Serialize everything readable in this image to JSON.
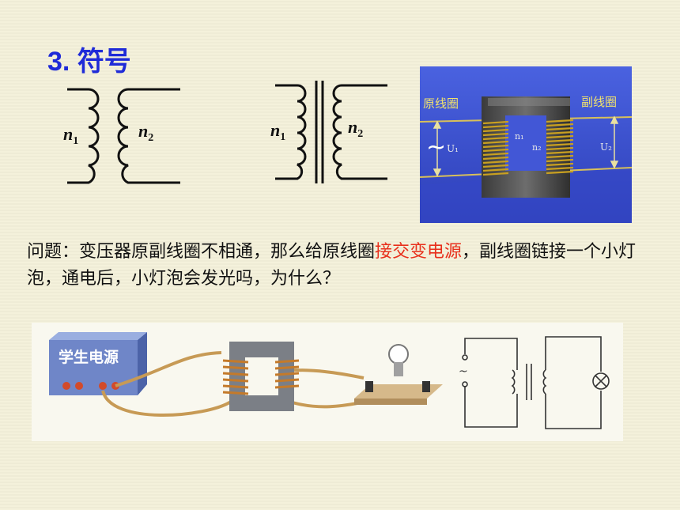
{
  "title": "3. 符号",
  "symbol_labels": {
    "n1_base": "n",
    "n1_sub": "1",
    "n2_base": "n",
    "n2_sub": "2"
  },
  "photo": {
    "primary_label": "原线圈",
    "secondary_label": "副线圈",
    "n1_label": "n₁",
    "n2_label": "n₂",
    "u1_label": "U₁",
    "u2_label": "U₂",
    "ac_symbol": "~"
  },
  "question": {
    "part1": "问题：变压器原副线圈不相通，那么给原线圈",
    "highlight": "接交变电源",
    "part2": "，副线圈链接一个小灯泡，通电后，小灯泡会发光吗，为什么？"
  },
  "circuit": {
    "power_supply_label": "学生电源"
  },
  "colors": {
    "background": "#f3f0d9",
    "title": "#1f2bd8",
    "highlight": "#e8301c",
    "photo_bg": "#4257d6"
  }
}
